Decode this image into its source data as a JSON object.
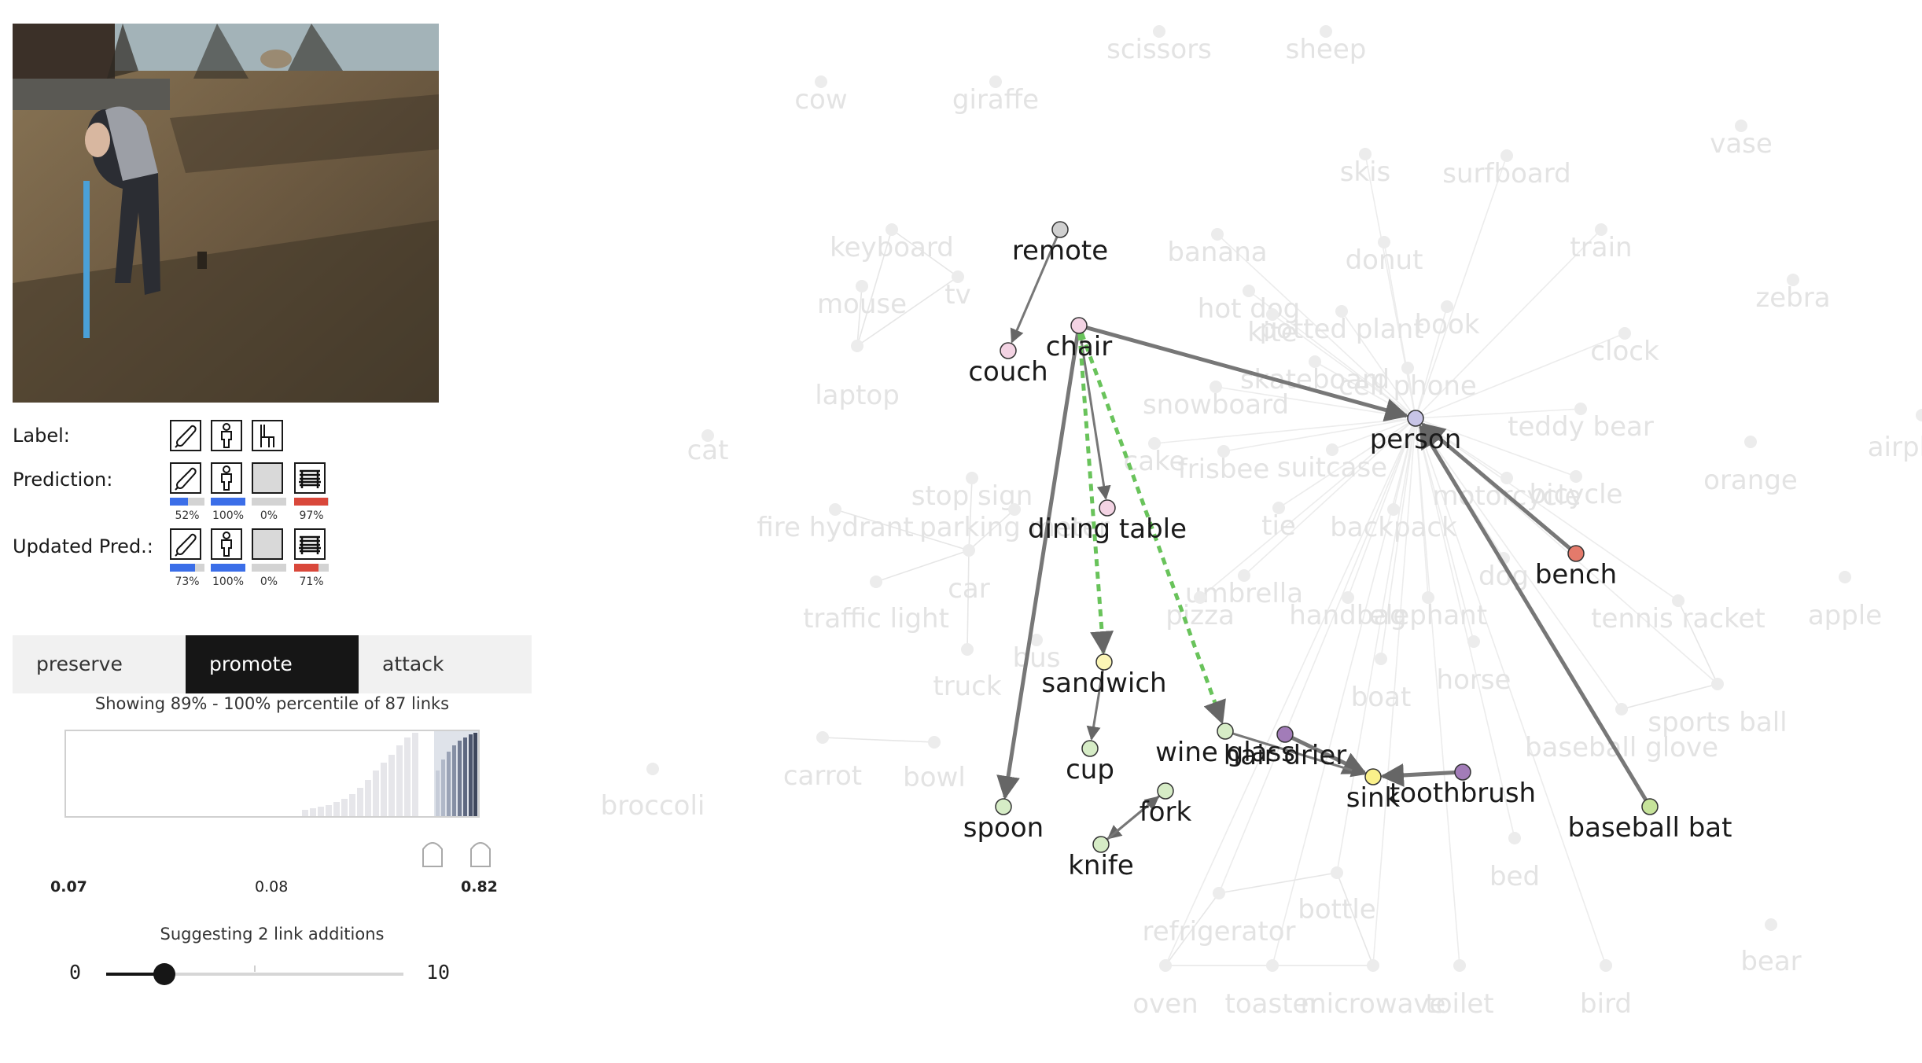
{
  "panel": {
    "label_title": "Label:",
    "prediction_title": "Prediction:",
    "updated_title": "Updated Pred.:",
    "label_icons": [
      "baseball-bat-icon",
      "person-icon",
      "chair-icon"
    ],
    "prediction": [
      {
        "icon": "baseball-bat-icon",
        "pct": "52%",
        "value": 0.52,
        "color": "#3b6ee8"
      },
      {
        "icon": "person-icon",
        "pct": "100%",
        "value": 1.0,
        "color": "#3b6ee8"
      },
      {
        "icon": "chair-icon",
        "pct": "0%",
        "value": 0.0,
        "color": "#3b6ee8"
      },
      {
        "icon": "bench-icon",
        "pct": "97%",
        "value": 0.97,
        "color": "#d9483b"
      }
    ],
    "updated": [
      {
        "icon": "baseball-bat-icon",
        "pct": "73%",
        "value": 0.73,
        "color": "#3b6ee8"
      },
      {
        "icon": "person-icon",
        "pct": "100%",
        "value": 1.0,
        "color": "#3b6ee8"
      },
      {
        "icon": "chair-icon",
        "pct": "0%",
        "value": 0.0,
        "color": "#3b6ee8"
      },
      {
        "icon": "bench-icon",
        "pct": "71%",
        "value": 0.71,
        "color": "#d9483b"
      }
    ],
    "tabs": [
      "preserve",
      "promote",
      "attack"
    ],
    "active_tab": "promote",
    "percentile_caption": "Showing 89% - 100% percentile of 87 links",
    "hist_ticks": {
      "min": "0.07",
      "mid": "0.08",
      "max": "0.82"
    },
    "suggest_caption": "Suggesting 2 link additions",
    "slider": {
      "min": "0",
      "max": "10",
      "value": 2
    }
  },
  "graph": {
    "faded_nodes": [
      "scissors",
      "sheep",
      "cow",
      "giraffe",
      "skis",
      "surfboard",
      "vase",
      "keyboard",
      "banana",
      "donut",
      "train",
      "mouse",
      "tv",
      "hot dog",
      "kite",
      "potted plant",
      "book",
      "zebra",
      "laptop",
      "skateboard",
      "cell phone",
      "clock",
      "snowboard",
      "teddy bear",
      "cat",
      "cake",
      "frisbee",
      "suitcase",
      "airplane",
      "stop sign",
      "motorcycle",
      "bicycle",
      "orange",
      "fire hydrant",
      "parking meter",
      "tie",
      "backpack",
      "car",
      "umbrella",
      "pizza",
      "handbag",
      "elephant",
      "dog",
      "traffic light",
      "tennis racket",
      "apple",
      "bus",
      "truck",
      "boat",
      "horse",
      "sports ball",
      "carrot",
      "bowl",
      "baseball glove",
      "broccoli",
      "bed",
      "bottle",
      "refrigerator",
      "oven",
      "toaster",
      "microwave",
      "toilet",
      "bird",
      "bear"
    ],
    "active_nodes": [
      {
        "label": "remote",
        "color": "#d0d0d0"
      },
      {
        "label": "couch",
        "color": "#f3d3e3"
      },
      {
        "label": "chair",
        "color": "#f3d3e3"
      },
      {
        "label": "person",
        "color": "#c7c4e6"
      },
      {
        "label": "dining table",
        "color": "#f3d3e3"
      },
      {
        "label": "bench",
        "color": "#e47a6b"
      },
      {
        "label": "sandwich",
        "color": "#fbf6b6"
      },
      {
        "label": "cup",
        "color": "#d6ecc6"
      },
      {
        "label": "wine glass",
        "color": "#d6ecc6"
      },
      {
        "label": "hair drier",
        "color": "#a27cb8"
      },
      {
        "label": "sink",
        "color": "#faf08a"
      },
      {
        "label": "toothbrush",
        "color": "#a27cb8"
      },
      {
        "label": "spoon",
        "color": "#d6ecc6"
      },
      {
        "label": "fork",
        "color": "#d6ecc6"
      },
      {
        "label": "knife",
        "color": "#d6ecc6"
      },
      {
        "label": "baseball bat",
        "color": "#c6e39a"
      }
    ]
  }
}
